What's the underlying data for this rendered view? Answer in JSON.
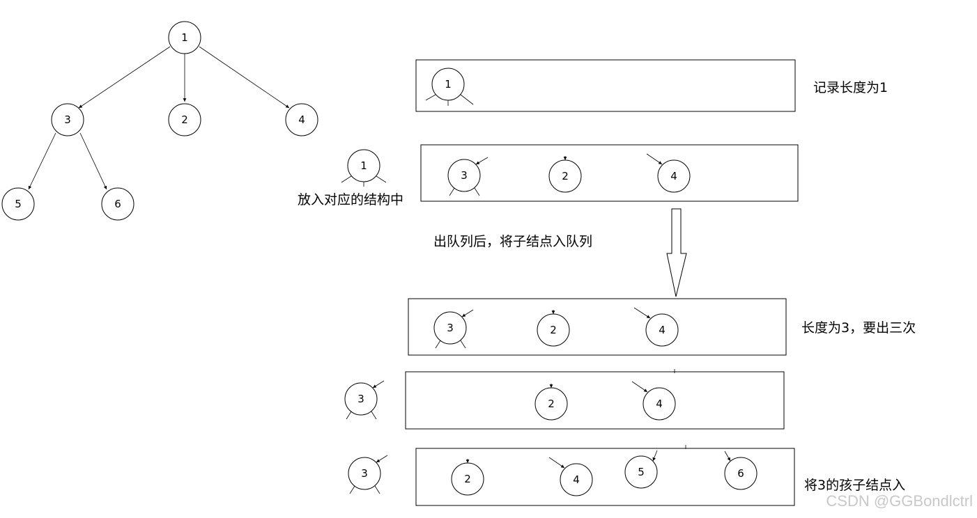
{
  "tree": {
    "root": "1",
    "children": [
      "3",
      "2",
      "4"
    ],
    "grandchildren": [
      "5",
      "6"
    ]
  },
  "queue_states": [
    {
      "items": [
        "1"
      ],
      "note": "记录长度为1"
    },
    {
      "removed": "1",
      "items": [
        "3",
        "2",
        "4"
      ],
      "note": "放入对应的结构中"
    },
    {
      "items": [
        "3",
        "2",
        "4"
      ],
      "note": "长度为3，要出三次"
    },
    {
      "removed": "3",
      "items": [
        "2",
        "4"
      ]
    },
    {
      "removed": "3",
      "items": [
        "2",
        "4",
        "5",
        "6"
      ],
      "note": "将3的孩子结点入"
    }
  ],
  "flow_caption": "出队列后，将子结点入队列",
  "watermark": "CSDN @GGBondlctrl",
  "colors": {
    "stroke": "#000000",
    "background": "#ffffff",
    "watermark": "#c8c8c8"
  }
}
